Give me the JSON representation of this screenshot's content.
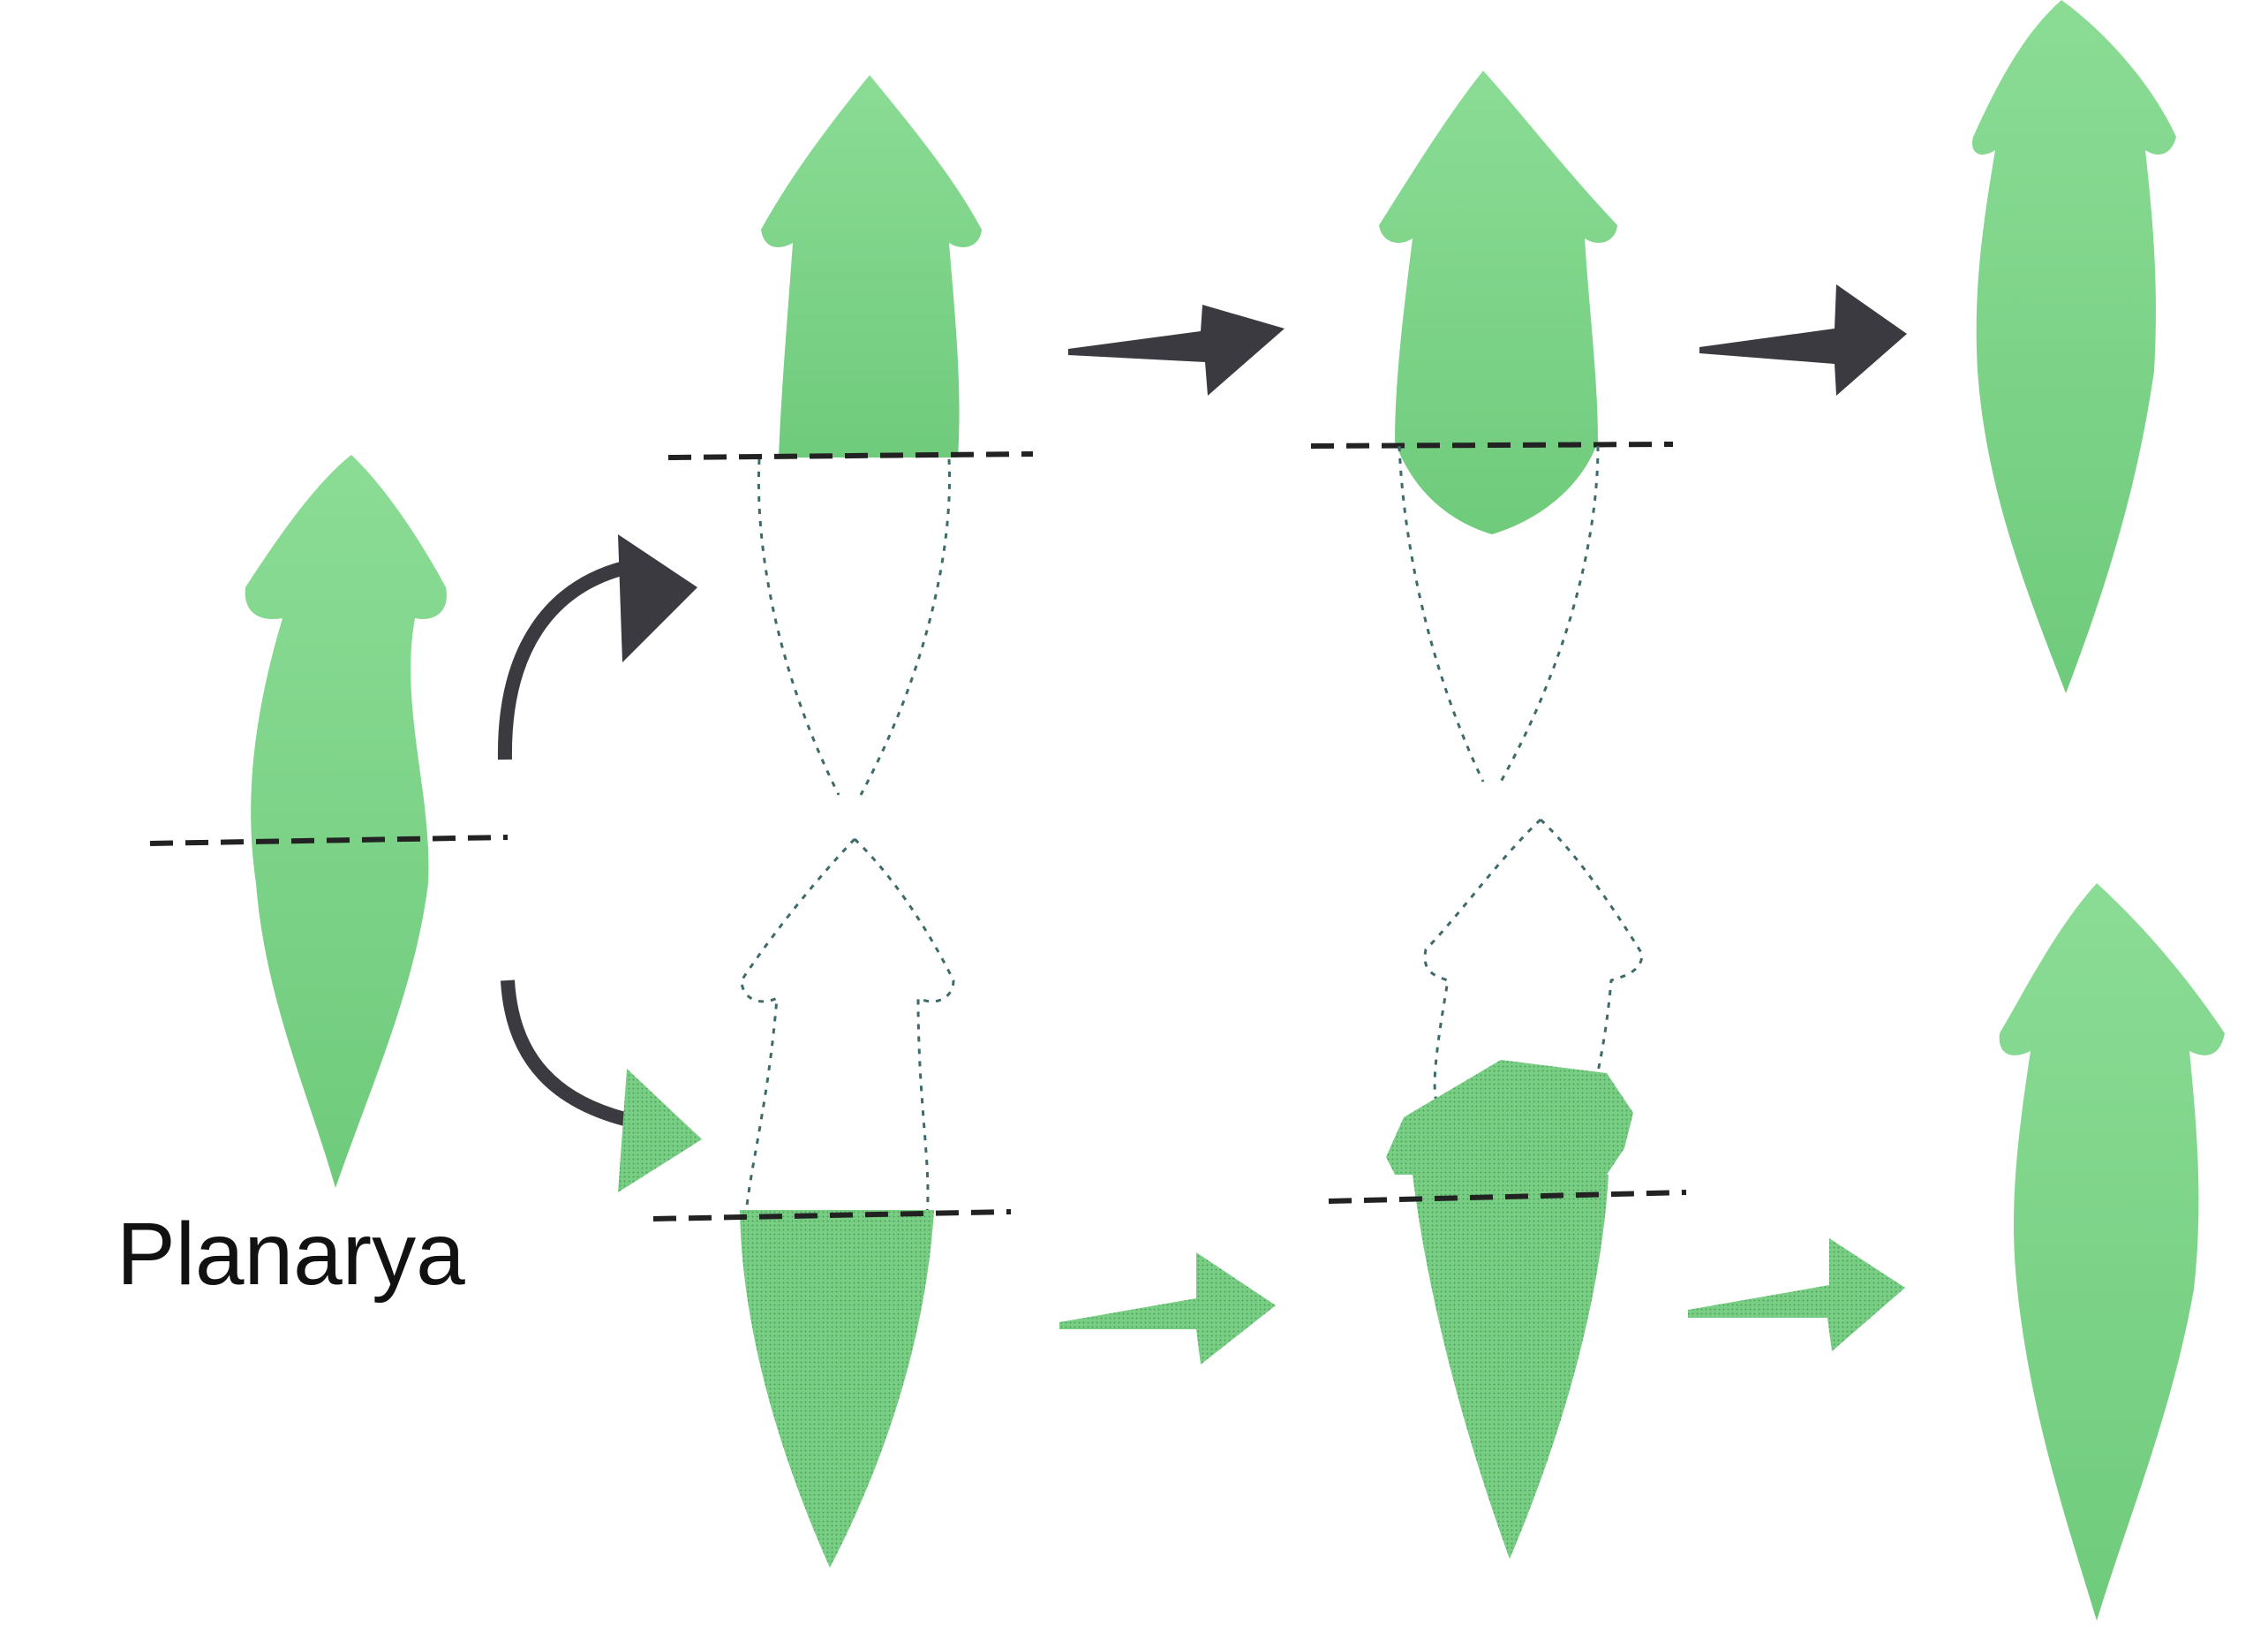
{
  "caption": "Planarya",
  "colors": {
    "body": "#7fd58a",
    "body_dark": "#5cb56a",
    "arrow": "#3a3a40",
    "cut_line": "#222222",
    "missing_outline": "#3f6a6a",
    "background": "#ffffff"
  },
  "stages": [
    {
      "id": "original",
      "description_key": "whole-worm-with-cut"
    },
    {
      "id": "top-fragment",
      "description_key": "anterior-piece"
    },
    {
      "id": "top-regenerating",
      "description_key": "anterior-regrowing-tail"
    },
    {
      "id": "top-complete",
      "description_key": "regenerated-worm"
    },
    {
      "id": "bottom-fragment",
      "description_key": "posterior-piece"
    },
    {
      "id": "bottom-regenerating",
      "description_key": "posterior-regrowing-head"
    },
    {
      "id": "bottom-complete",
      "description_key": "regenerated-worm"
    }
  ]
}
